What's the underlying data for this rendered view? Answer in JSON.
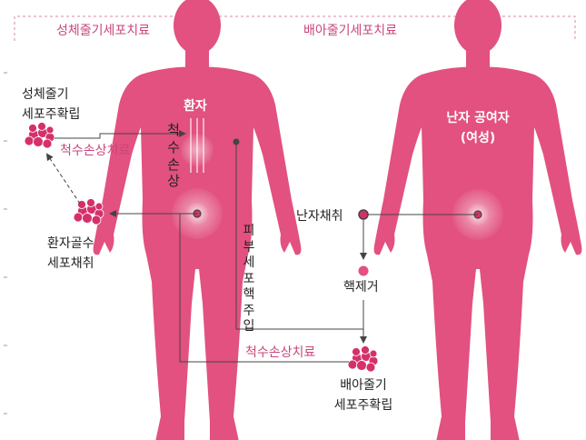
{
  "colors": {
    "body_fill": "#e2517f",
    "label_pink": "#c8467c",
    "line_dark": "#444444",
    "cell_fill": "#d6306a",
    "dash_pink": "#d98aa8"
  },
  "headers": {
    "adult_stem_cell_therapy": "성체줄기세포치료",
    "embryonic_stem_cell_therapy": "배아줄기세포치료"
  },
  "patient": {
    "label": "환자",
    "spinal_injury": "척수손상"
  },
  "donor": {
    "line1": "난자 공여자",
    "line2": "(여성)"
  },
  "left_flow": {
    "adult_stem_line1": "성체줄기",
    "adult_stem_line2": "세포주확립",
    "spinal_treatment": "척수손상치료",
    "bone_marrow_line1": "환자골수",
    "bone_marrow_line2": "세포채취"
  },
  "center_flow": {
    "skin_nuclear_injection": "피부세포핵주입",
    "spinal_treatment": "척수손상치료"
  },
  "right_flow": {
    "egg_collection": "난자채취",
    "enucleation": "핵제거",
    "embryonic_line1": "배아줄기",
    "embryonic_line2": "세포주확립"
  },
  "icons": [
    "cell-cluster-icon",
    "cell-cluster-icon",
    "cell-cluster-icon"
  ]
}
